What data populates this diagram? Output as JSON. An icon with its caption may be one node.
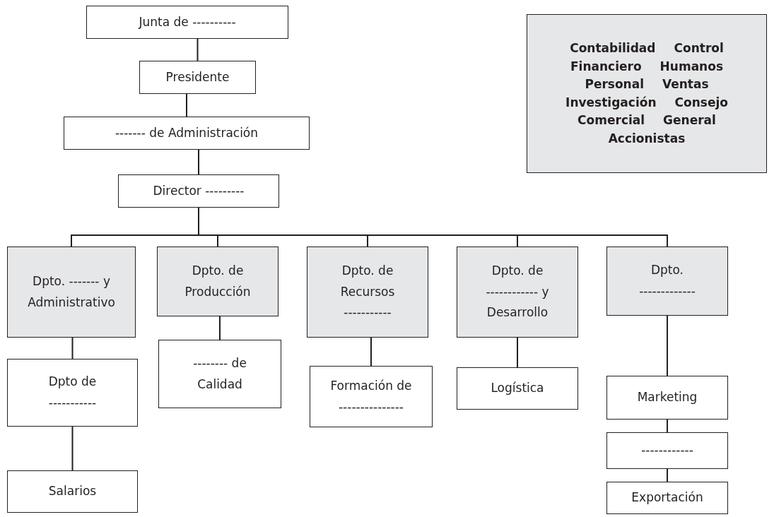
{
  "diagram": {
    "nodes": [
      {
        "text": [
          "Junta de ----------"
        ]
      },
      {
        "text": [
          "Presidente"
        ]
      },
      {
        "text": [
          "------- de Administración"
        ]
      },
      {
        "text": [
          "Director ---------"
        ]
      },
      {
        "text": [
          "Dpto. ------- y Administrativo"
        ]
      },
      {
        "text": [
          "Dpto. de Producción"
        ]
      },
      {
        "text": [
          "Dpto. de Recursos -----------"
        ]
      },
      {
        "text": [
          "Dpto. de ------------ y Desarrollo"
        ]
      },
      {
        "text": [
          "Dpto. -------------"
        ]
      },
      {
        "text": [
          "Dpto de -----------"
        ]
      },
      {
        "text": [
          "-------- de Calidad"
        ]
      },
      {
        "text": [
          "Formación de ---------------"
        ]
      },
      {
        "text": [
          "Logística"
        ]
      },
      {
        "text": [
          "Marketing"
        ]
      },
      {
        "text": [
          "------------"
        ]
      },
      {
        "text": [
          "Salarios"
        ]
      },
      {
        "text": [
          "Exportación"
        ]
      },
      {
        "text": [
          "Contabilidad",
          "Control",
          "Financiero",
          "Humanos",
          "Personal",
          "Ventas",
          "Investigación",
          "Consejo",
          "Comercial",
          "General",
          "Accionistas"
        ]
      }
    ],
    "edges": [
      {
        "from": 0,
        "to": 1,
        "arrow": "none"
      },
      {
        "from": 1,
        "to": 2,
        "arrow": "none"
      },
      {
        "from": 2,
        "to": 3,
        "arrow": "none"
      },
      {
        "from": 3,
        "to": 4,
        "arrow": "none"
      },
      {
        "from": 3,
        "to": 5,
        "arrow": "none"
      },
      {
        "from": 3,
        "to": 6,
        "arrow": "none"
      },
      {
        "from": 3,
        "to": 7,
        "arrow": "none"
      },
      {
        "from": 3,
        "to": 8,
        "arrow": "none"
      },
      {
        "from": 4,
        "to": 9,
        "arrow": "none"
      },
      {
        "from": 9,
        "to": 15,
        "arrow": "none"
      },
      {
        "from": 5,
        "to": 10,
        "arrow": "none"
      },
      {
        "from": 6,
        "to": 11,
        "arrow": "none"
      },
      {
        "from": 7,
        "to": 12,
        "arrow": "none"
      },
      {
        "from": 8,
        "to": 13,
        "arrow": "none"
      },
      {
        "from": 13,
        "to": 14,
        "arrow": "none"
      },
      {
        "from": 14,
        "to": 16,
        "arrow": "none"
      }
    ]
  }
}
